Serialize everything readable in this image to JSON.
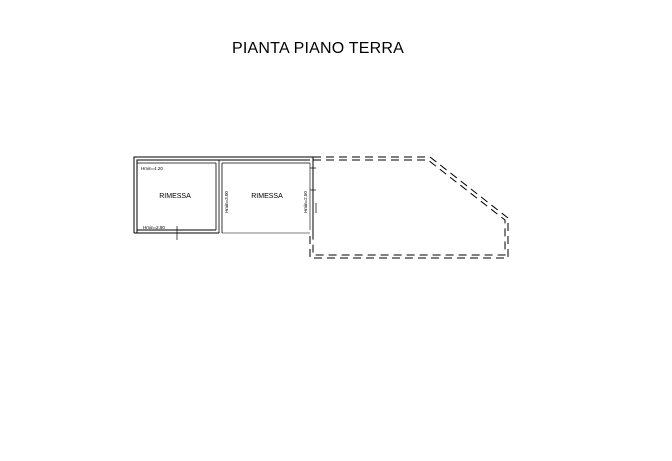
{
  "title": "PIANTA PIANO TERRA",
  "rooms": [
    {
      "name": "RIMESSA"
    },
    {
      "name": "RIMESSA"
    }
  ],
  "heights": {
    "room1_top": "Hmin=4.20",
    "room1_bottom": "Hmin=2.90",
    "room2_left": "Hmin=3.00",
    "room2_right": "Hmin=2.50"
  },
  "colors": {
    "line": "#000000",
    "background": "#ffffff"
  }
}
